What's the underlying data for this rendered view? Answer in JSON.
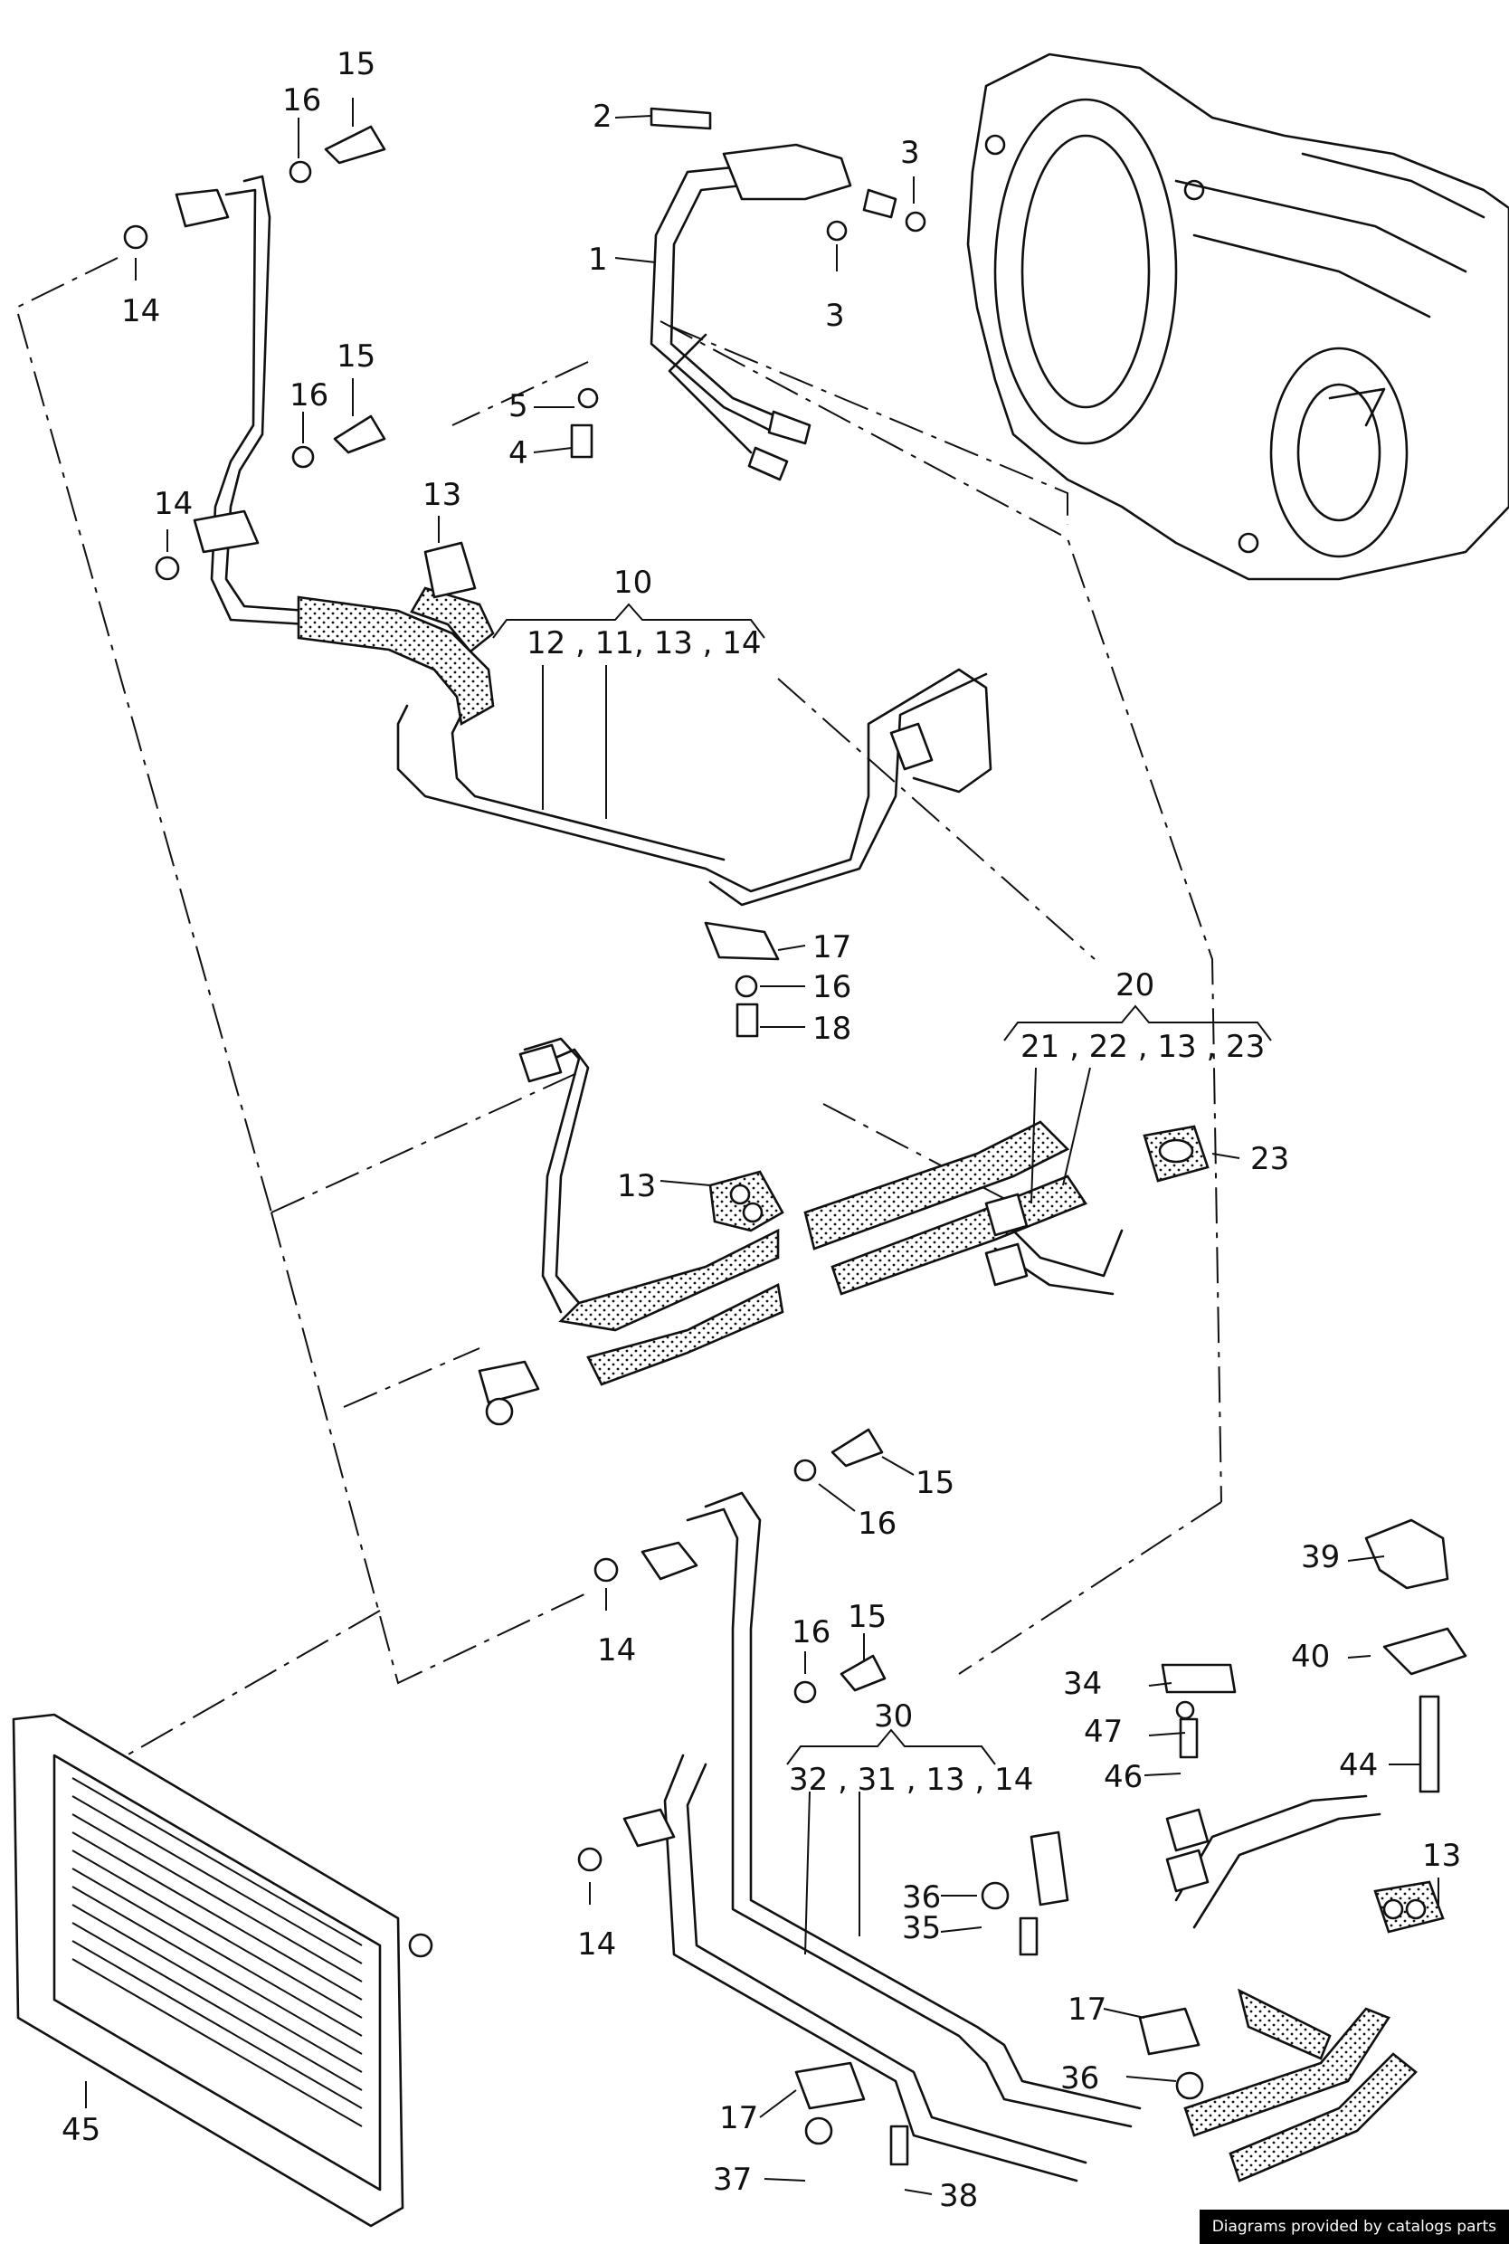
{
  "callouts": {
    "c1": "1",
    "c2": "2",
    "c3a": "3",
    "c3b": "3",
    "c4": "4",
    "c5": "5",
    "c10": "10",
    "c10_sub": "12 ,  11,  13 , 14",
    "c13a": "13",
    "c13b": "13",
    "c13c": "13",
    "c14a": "14",
    "c14b": "14",
    "c14c": "14",
    "c14d": "14",
    "c15a": "15",
    "c15b": "15",
    "c15c": "15",
    "c15d": "15",
    "c16a": "16",
    "c16b": "16",
    "c16c": "16",
    "c16d": "16",
    "c16e": "16",
    "c17a": "17",
    "c17b": "17",
    "c17c": "17",
    "c18": "18",
    "c20": "20",
    "c20_sub": "21 ,  22 ,  13 ,  23",
    "c23": "23",
    "c30": "30",
    "c30_sub": "32 , 31 , 13 , 14",
    "c34": "34",
    "c35": "35",
    "c36a": "36",
    "c36b": "36",
    "c37": "37",
    "c38": "38",
    "c39": "39",
    "c40": "40",
    "c44": "44",
    "c45": "45",
    "c46": "46",
    "c47": "47"
  },
  "watermark": "Diagrams provided by catalogs parts"
}
